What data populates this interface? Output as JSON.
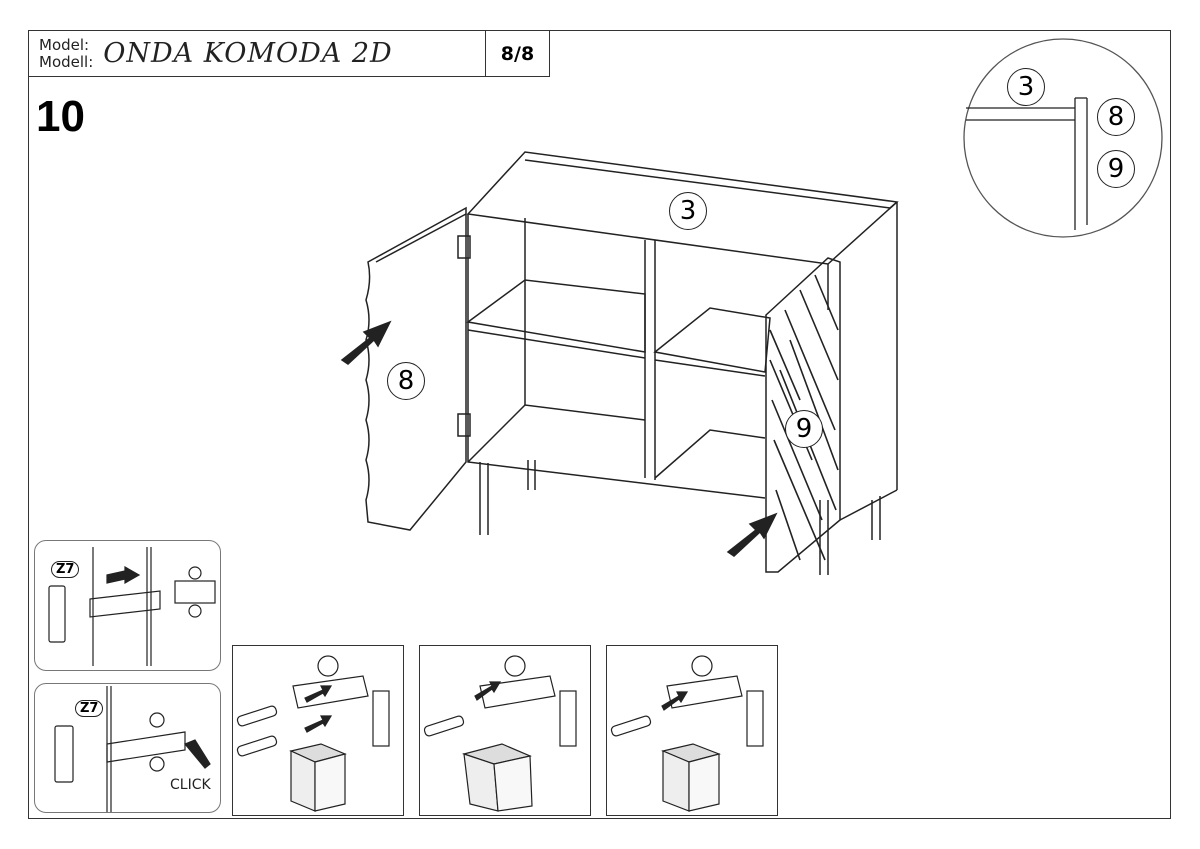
{
  "header": {
    "model_label": "Model:",
    "modell_label": "Modell:",
    "model_name": "ONDA KOMODA  2D",
    "page": "8/8"
  },
  "step_number": "10",
  "callouts": {
    "top_panel": "3",
    "left_door": "8",
    "right_door": "9",
    "inset_top": "3",
    "inset_left_door": "8",
    "inset_right_door": "9"
  },
  "hinge_panels": {
    "part_label_1": "Z7",
    "part_label_2": "Z7",
    "click_label": "CLICK"
  }
}
